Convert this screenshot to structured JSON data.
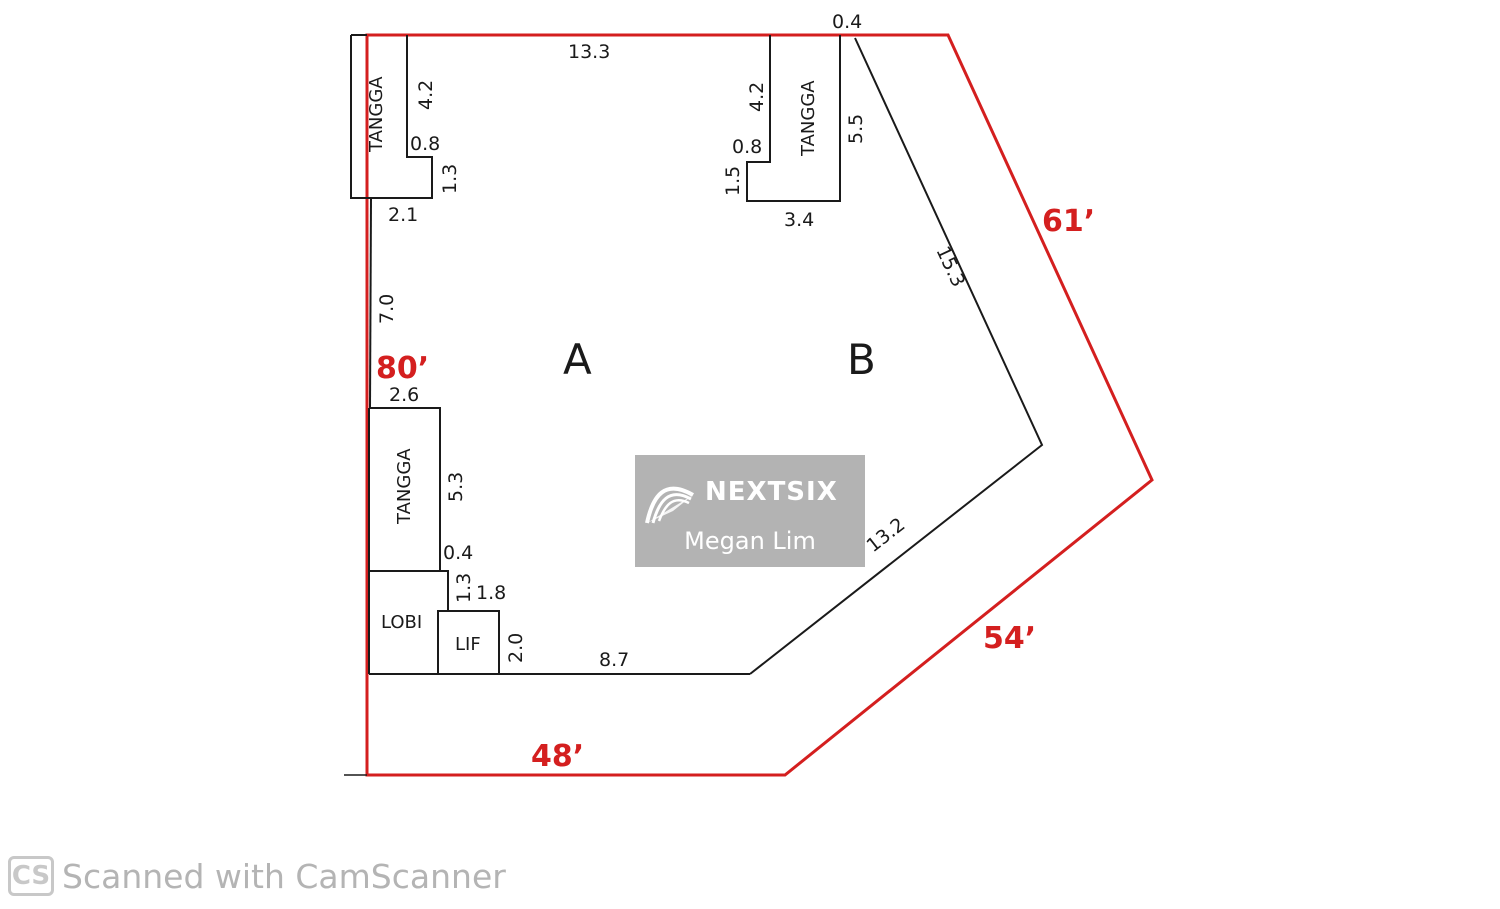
{
  "zones": {
    "a": "A",
    "b": "B"
  },
  "rooms": {
    "stair_top_left": "TANGGA",
    "stair_top_right": "TANGGA",
    "stair_left": "TANGGA",
    "lobby": "LOBI",
    "lift": "LIF"
  },
  "dimensions": {
    "top_edge": "13.3",
    "top_right_gap": "0.4",
    "tl_stair_height": "4.2",
    "tl_stair_step": "0.8",
    "tl_stair_drop": "1.3",
    "tl_stair_width": "2.1",
    "tr_stair_height": "4.2",
    "tr_stair_step": "0.8",
    "tr_stair_drop": "1.5",
    "tr_stair_side": "5.5",
    "tr_stair_width": "3.4",
    "diagonal_upper": "15.3",
    "left_wall": "7.0",
    "left_stair_width": "2.6",
    "left_stair_height": "5.3",
    "lobby_step": "0.4",
    "lobby_drop": "1.3",
    "lift_width": "1.8",
    "lift_height": "2.0",
    "bottom_edge": "8.7",
    "diagonal_lower": "13.2"
  },
  "boundary": {
    "left": "80’",
    "top_right": "61’",
    "bottom_right": "54’",
    "bottom": "48’"
  },
  "colors": {
    "boundary": "#d41f1f",
    "lines": "#1a1a1a"
  },
  "watermark": {
    "brand": "NEXTSIX",
    "agent": "Megan Lim"
  },
  "scanner": {
    "badge": "CS",
    "text": "Scanned with CamScanner"
  }
}
